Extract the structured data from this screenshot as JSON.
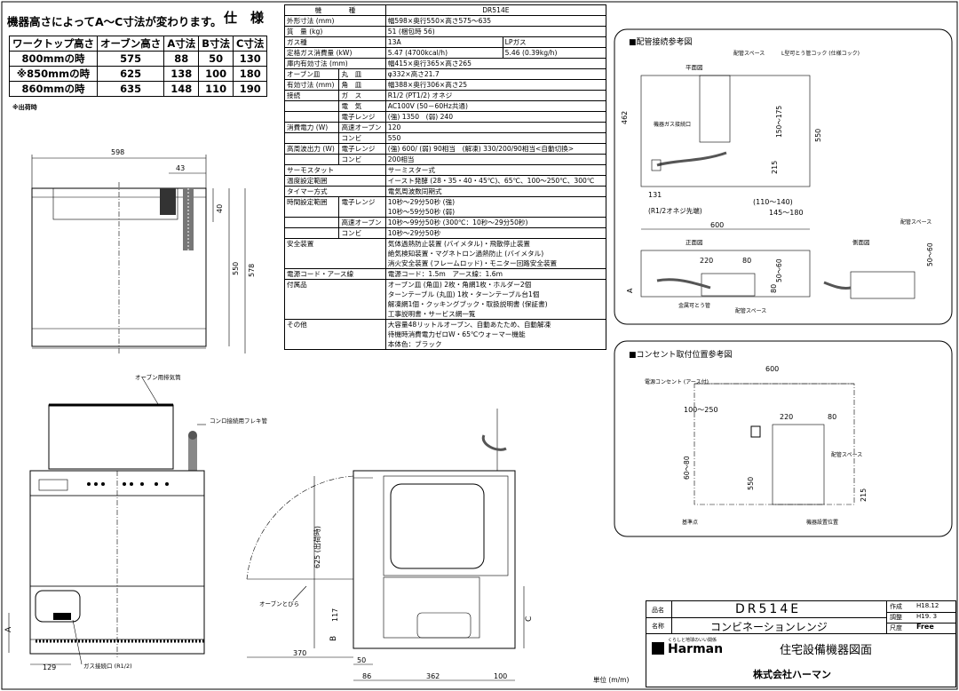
{
  "header": {
    "note": "機器高さによってA～C寸法が変わります。",
    "spec_title": "仕　様",
    "out_note": "※出荷時"
  },
  "size_table": {
    "headers": [
      "ワークトップ高さ",
      "オーブン高さ",
      "A寸法",
      "B寸法",
      "C寸法"
    ],
    "rows": [
      [
        "800mmの時",
        "575",
        "88",
        "50",
        "130"
      ],
      [
        "※850mmの時",
        "625",
        "138",
        "100",
        "180"
      ],
      [
        "860mmの時",
        "635",
        "148",
        "110",
        "190"
      ]
    ]
  },
  "spec": {
    "h_item": "機　　　　種",
    "h_model": "DR514E",
    "rows": [
      {
        "k": "外形寸法 (mm)",
        "v": "幅598×奥行550×高さ575～635"
      },
      {
        "k": "質　量 (kg)",
        "v": "51 (梱包時 56)"
      },
      {
        "k": "ガス種",
        "v": "13A",
        "v2": "LPガス"
      },
      {
        "k": "定格ガス消費量 (kW)",
        "v": "5.47 (4700kcal/h)",
        "v2": "5.46 (0.39kg/h)"
      },
      {
        "k": "庫内有効寸法 (mm)",
        "v": "幅415×奥行365×高さ265"
      },
      {
        "k": "オーブン皿",
        "s": "丸　皿",
        "v": "φ332×高さ21.7"
      },
      {
        "k": "有効寸法 (mm)",
        "s": "角　皿",
        "v": "幅388×奥行306×高さ25"
      },
      {
        "k": "接続",
        "s": "ガ　ス",
        "v": "R1/2 (PT1/2) オネジ"
      },
      {
        "k": "",
        "s": "電　気",
        "v": "AC100V (50－60Hz共通)"
      },
      {
        "k": "",
        "s": "電子レンジ",
        "v": "(強) 1350　(弱) 240"
      },
      {
        "k": "消費電力 (W)",
        "s": "高速オーブン",
        "v": "120"
      },
      {
        "k": "",
        "s": "コンビ",
        "v": "550"
      },
      {
        "k": "高周波出力 (W)",
        "s": "電子レンジ",
        "v": "(強) 600/ (弱) 90相当　(解凍) 330/200/90相当<自動切換>"
      },
      {
        "k": "",
        "s": "コンビ",
        "v": "200相当"
      },
      {
        "k": "サーモスタット",
        "v": "サーミスター式"
      },
      {
        "k": "温度設定範囲",
        "v": "イースト発酵 (28・35・40・45℃)、65℃、100～250℃、300℃"
      },
      {
        "k": "タイマー方式",
        "v": "電気周波数同期式"
      },
      {
        "k": "時間設定範囲",
        "s": "電子レンジ",
        "v": "10秒～29分50秒 (強)",
        "v3": "10秒～59分50秒 (弱)"
      },
      {
        "k": "",
        "s": "高速オーブン",
        "v": "10秒～99分50秒 (300℃：10秒～29分50秒)"
      },
      {
        "k": "",
        "s": "コンビ",
        "v": "10秒～29分50秒"
      },
      {
        "k": "安全装置",
        "v": "気体過熱防止装置 (バイメタル)・飛散停止装置",
        "v3": "絶気検知装置・マグネトロン過熱防止 (バイメタル)",
        "v4": "消火安全装置 (フレームロッド)・モニター回路安全装置"
      },
      {
        "k": "電源コード・アース線",
        "v": "電源コード：1.5m　アース線：1.6m"
      },
      {
        "k": "付属品",
        "v": "オーブン皿 (角皿) 2枚・角網1枚・ホルダー2個",
        "v3": "ターンテーブル (丸皿) 1枚・ターンテーブル台1個",
        "v4": "解凍網1個・クッキングブック・取扱説明書 (保証書)",
        "v5": "工事説明書・サービス網一覧"
      },
      {
        "k": "その他",
        "v": "大容量48リットルオーブン、自動あたため、自動解凍",
        "v3": "待機時消費電力ゼロW・65℃ウォーマー機能",
        "v4": "本体色：ブラック"
      }
    ]
  },
  "front_view": {
    "dim_width": "598",
    "dim_43": "43",
    "dim_40": "40",
    "dim_550": "550",
    "dim_578": "578"
  },
  "lower_view": {
    "oven_label": "オーブン用排気筒",
    "pipe_label": "コンロ接続用フレキ管",
    "gas_label": "ガス接続口 (R1/2)",
    "dim_A": "A",
    "dim_129": "129"
  },
  "side_view": {
    "dim_625": "625 (出荷時)",
    "dim_117": "117",
    "dim_B": "B",
    "dim_C": "C",
    "dim_370": "370",
    "dim_50": "50",
    "dim_86": "86",
    "dim_362": "362",
    "dim_100": "100",
    "door_label": "オーブンとびら"
  },
  "pipe_ref": {
    "title": "■配管接続参考図",
    "plan": "平面図",
    "front": "正面図",
    "side": "側面図",
    "space": "配管スペース",
    "cock": "L型可とう管コック (仕様コック)",
    "inlet": "機器ガス接続口",
    "d462": "462",
    "d150": "150～175",
    "d550": "550",
    "d215": "215",
    "d131": "131",
    "d110": "(110～140)",
    "dR": "(R1/2オネジ先端)",
    "d145": "145～180",
    "d600": "600",
    "d220": "220",
    "d80": "80",
    "d5060": "50～60",
    "dA": "A",
    "d80b": "80",
    "flex": "金属可とう管",
    "space2": "配管スペース",
    "space3": "配管スペース",
    "d5060b": "50～60"
  },
  "outlet_ref": {
    "title": "■コンセント取付位置参考図",
    "d600": "600",
    "outlet": "電源コンセント (アース付)",
    "d100": "100～250",
    "d220": "220",
    "d80": "80",
    "d6080": "60～80",
    "d550": "550",
    "d215": "215",
    "space": "配管スペース",
    "base": "基準点",
    "pos": "機器設置位置"
  },
  "title_block": {
    "name_k": "品名",
    "name_v": "DR514E",
    "title_k": "名称",
    "title_v": "コンビネーションレンジ",
    "made_k": "作成",
    "made_v": "H18.12",
    "chk_k": "調整",
    "chk_v": "H19. 3",
    "scale_k": "尺度",
    "scale_v": "Free",
    "brand": "Harman",
    "brand_sub": "くらしと地球のいい関係",
    "dwg_title": "住宅設備機器図面",
    "company": "株式会社ハーマン",
    "unit": "単位 (m/m)"
  }
}
